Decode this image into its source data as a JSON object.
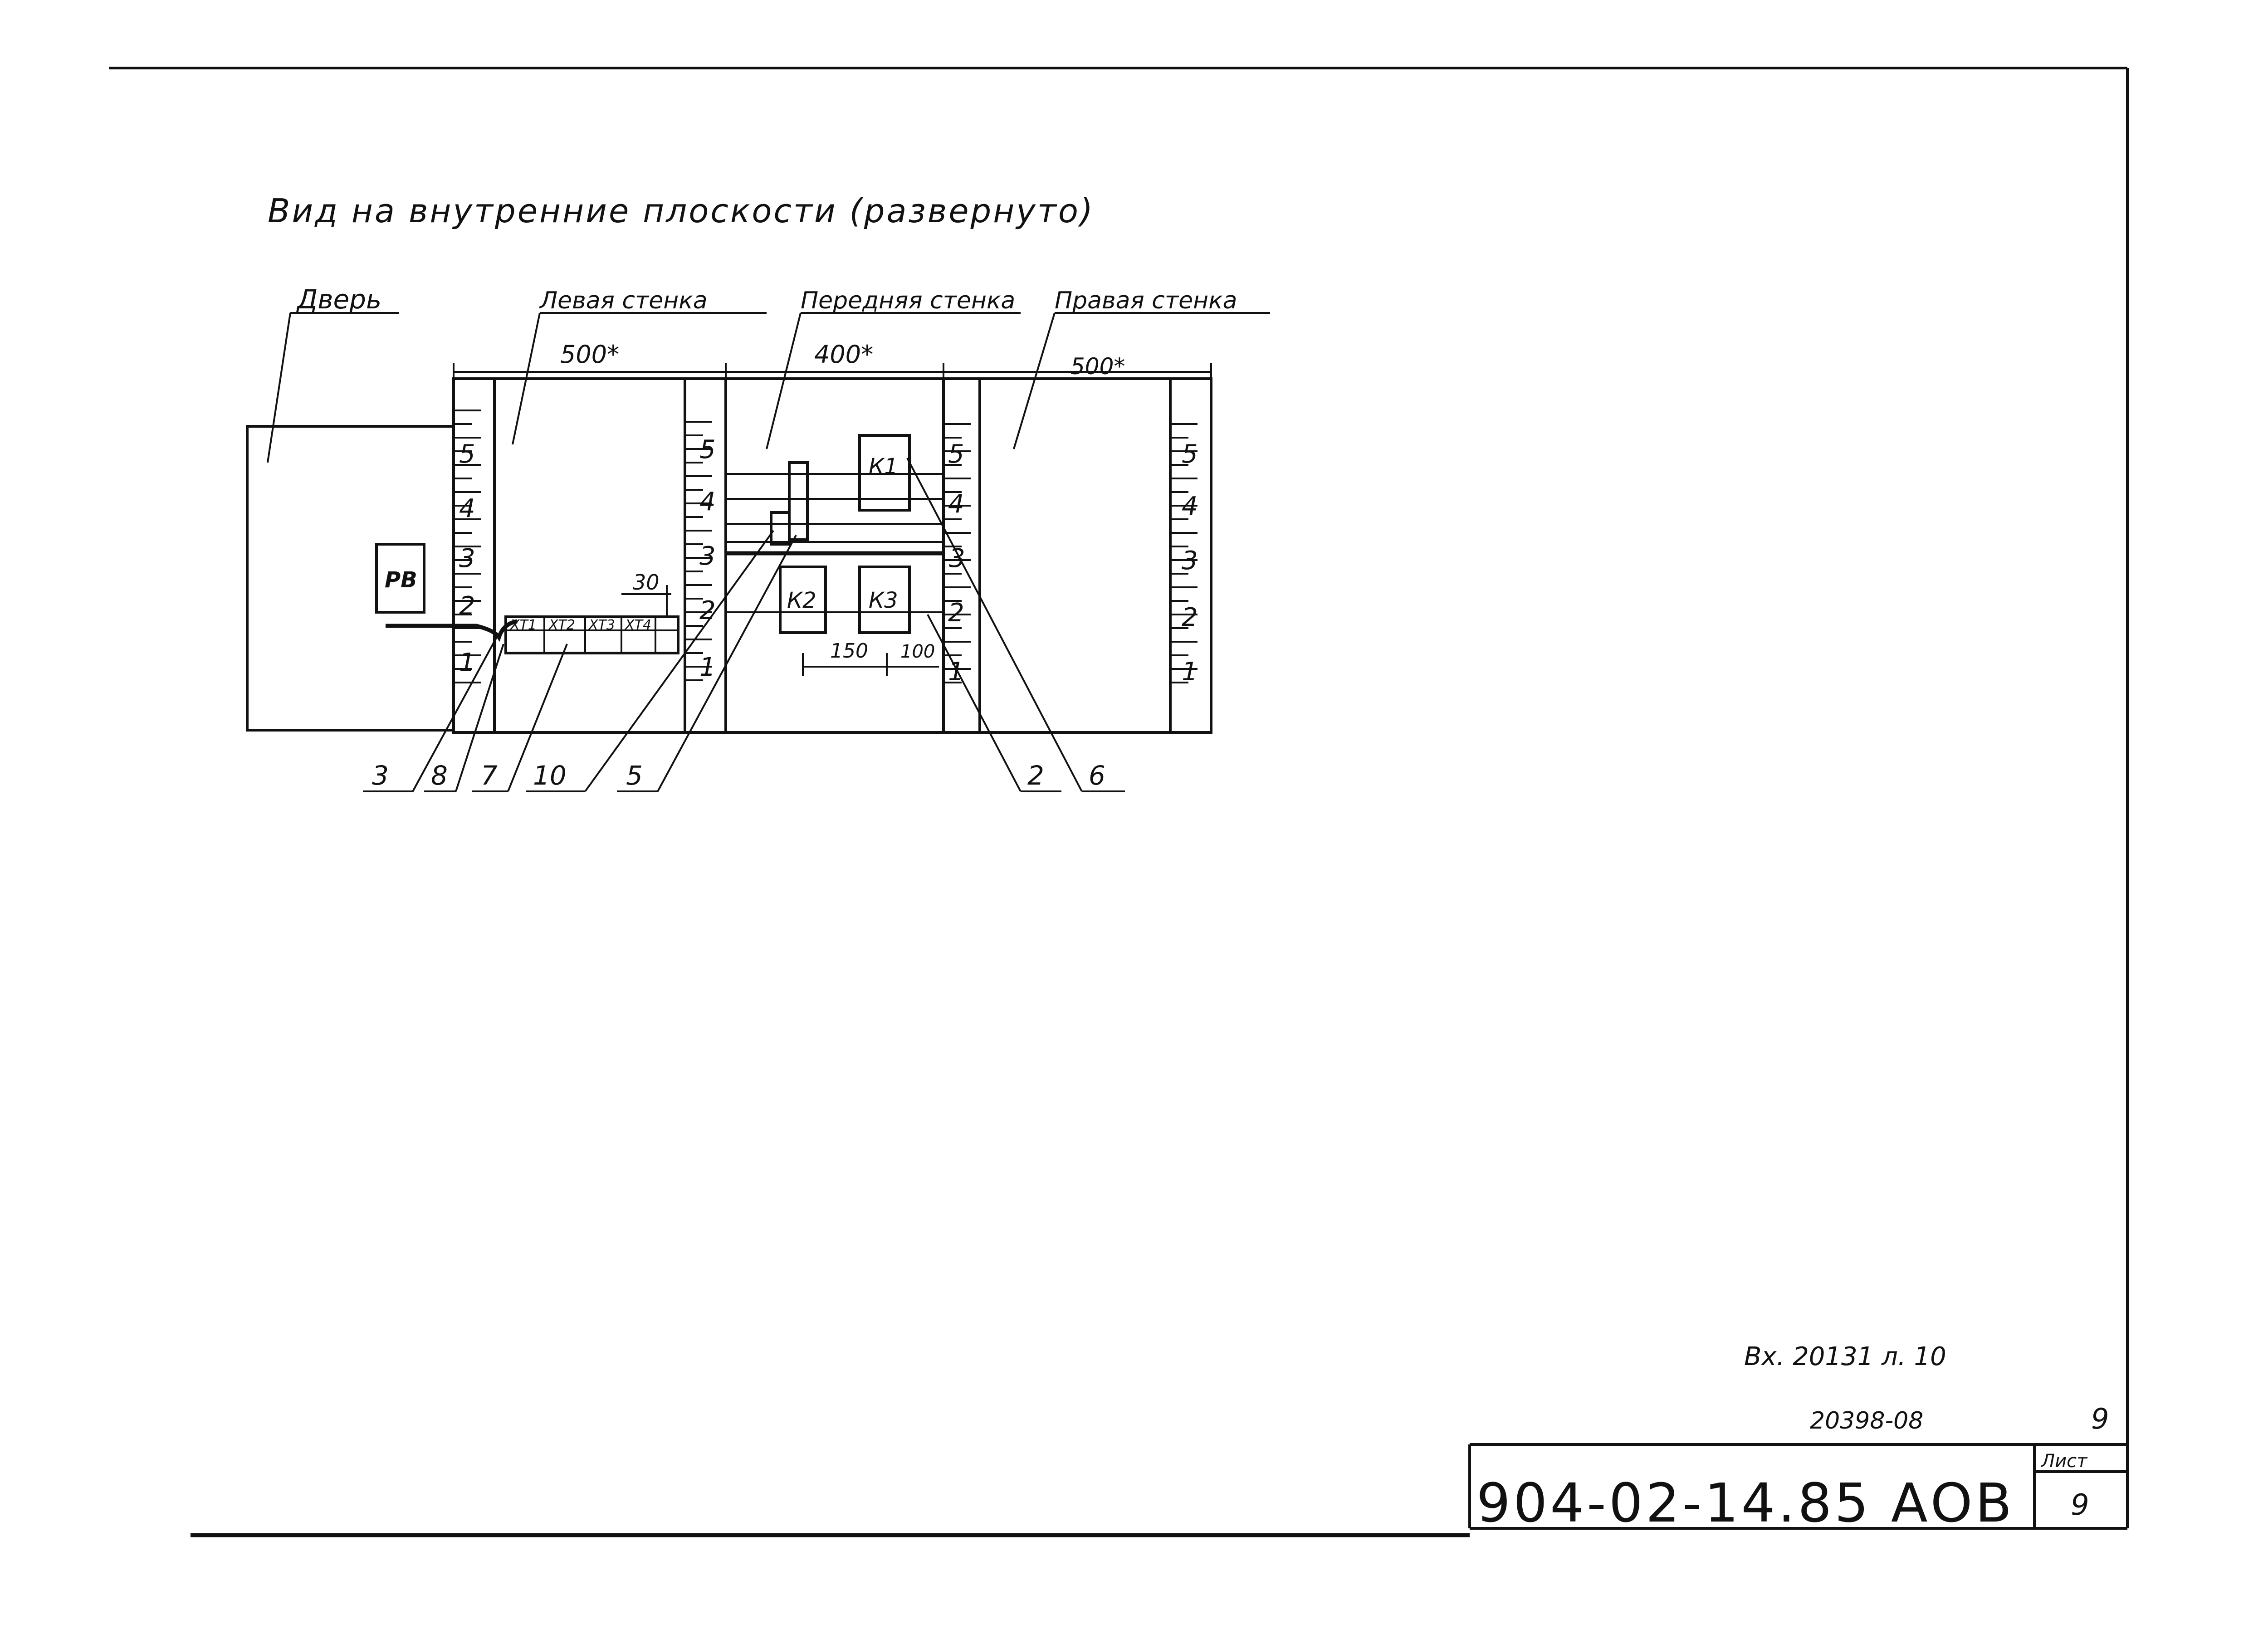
{
  "title": "Вид на внутренние плоскости (развернуто)",
  "panels": {
    "door": "Дверь",
    "left_wall": "Левая стенка",
    "front_wall": "Передняя стенка",
    "right_wall": "Правая стенка"
  },
  "dimensions": {
    "left_width": "500*",
    "front_width": "400*",
    "right_width": "500*",
    "terminal_offset": "30",
    "k2_k3_spacing": "150",
    "k3_offset": "100"
  },
  "scale_marks": [
    "1",
    "2",
    "3",
    "4",
    "5"
  ],
  "components": {
    "rv": "РВ",
    "k1": "К1",
    "k2": "К2",
    "k3": "К3",
    "xt1": "XT1",
    "xt2": "XT2",
    "xt3": "XT3",
    "xt4": "XT4"
  },
  "callouts": [
    "3",
    "8",
    "7",
    "10",
    "5",
    "2",
    "6"
  ],
  "stamp": {
    "inbound": "Вх. 20131 л. 10",
    "archive_number": "20398-08",
    "sheet_corner": "9",
    "document_code": "904-02-14.85 АОВ",
    "sheet_label": "Лист",
    "sheet_number": "9"
  }
}
